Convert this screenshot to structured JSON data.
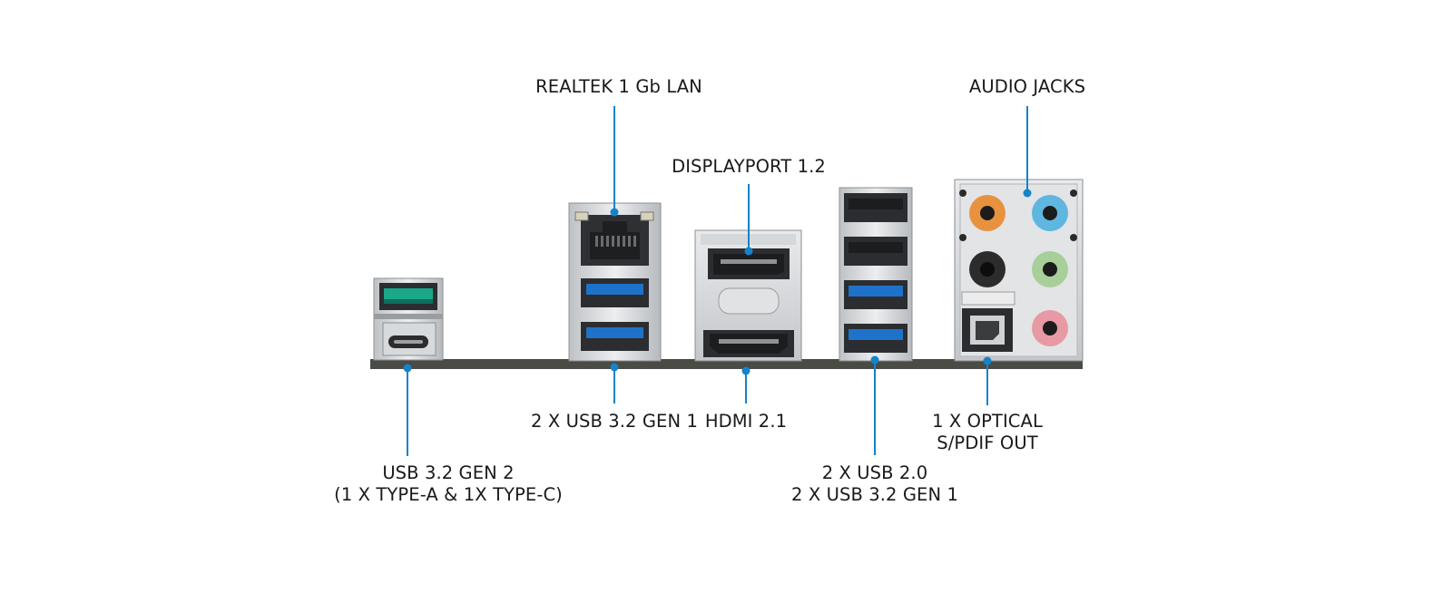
{
  "labels": {
    "lan": "REALTEK 1 Gb LAN",
    "audio": "AUDIO JACKS",
    "displayport": "DISPLAYPORT 1.2",
    "usb_front": "2 X USB 3.2 GEN 1",
    "hdmi": "HDMI 2.1",
    "optical": [
      "1 X OPTICAL",
      "S/PDIF OUT"
    ],
    "usb_gen2": [
      "USB 3.2 GEN 2",
      "(1 X TYPE-A & 1X TYPE-C)"
    ],
    "usb_stack": [
      "2 X USB 2.0",
      "2 X USB 3.2 GEN 1"
    ]
  },
  "colors": {
    "leader_line": "#1583c9",
    "usb3_blue": "#1f72c9",
    "usb_gen2_teal": "#1aa889",
    "audio_orange": "#e8923f",
    "audio_blue": "#5fb6e0",
    "audio_green": "#a8cf9a",
    "audio_pink": "#e79aa3",
    "io_plate": "#4a4b45"
  }
}
